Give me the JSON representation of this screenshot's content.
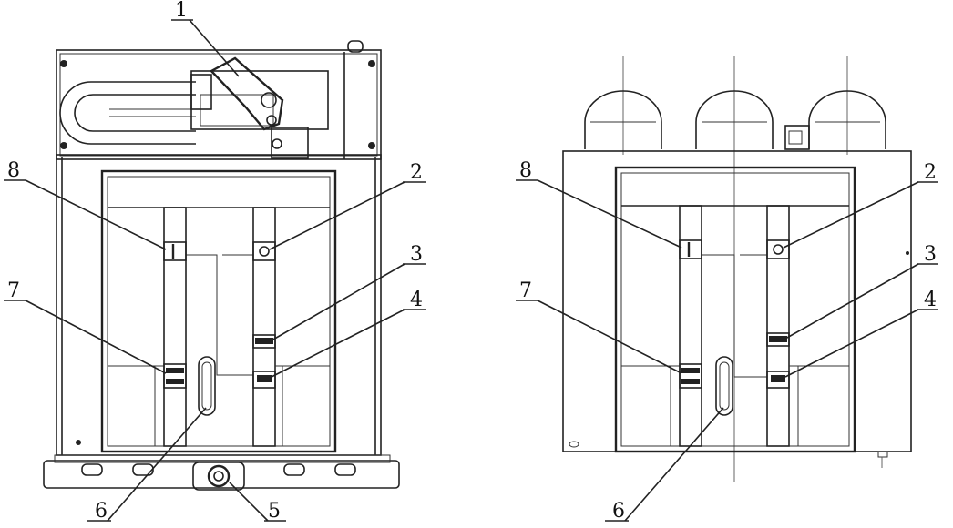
{
  "left_view": {
    "labels": [
      "1",
      "2",
      "3",
      "4",
      "5",
      "6",
      "7",
      "8"
    ]
  },
  "right_view": {
    "labels": [
      "2",
      "3",
      "4",
      "6",
      "7",
      "8"
    ]
  }
}
